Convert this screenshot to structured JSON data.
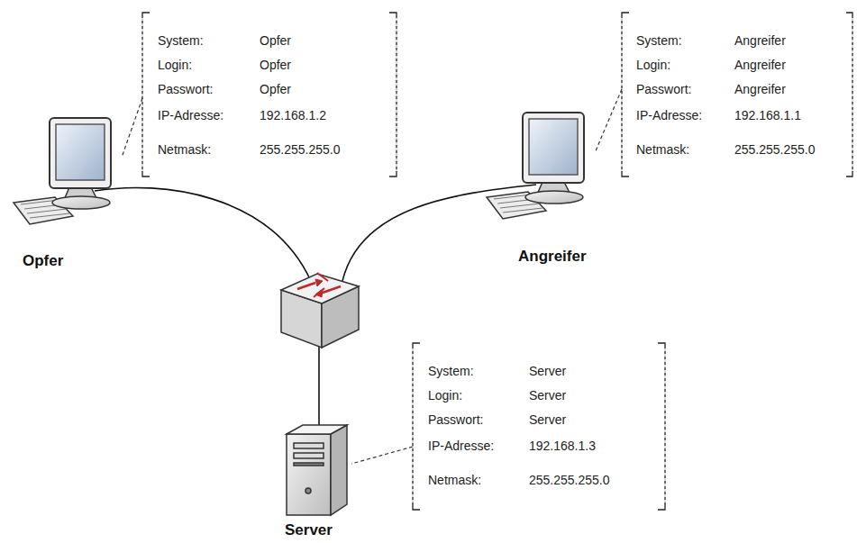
{
  "diagram": {
    "nodes": [
      {
        "text": [
          "System:",
          "Opfer",
          "Login:",
          "Opfer",
          "Passwort:",
          "Opfer",
          "IP-Adresse:",
          "192.168.1.2",
          "Netmask:",
          "255.255.255.0"
        ]
      },
      {
        "text": [
          "Opfer"
        ]
      },
      {
        "text": [
          "System:",
          "Angreifer",
          "Login:",
          "Angreifer",
          "Passwort:",
          "Angreifer",
          "IP-Adresse:",
          "192.168.1.1",
          "Netmask:",
          "255.255.255.0"
        ]
      },
      {
        "text": [
          "Angreifer"
        ]
      },
      {
        "text": [
          "System:",
          "Server",
          "Login:",
          "Server",
          "Passwort:",
          "Server",
          "IP-Adresse:",
          "192.168.1.3",
          "Netmask:",
          "255.255.255.0"
        ]
      },
      {
        "text": [
          "Server"
        ]
      }
    ],
    "edges": [
      {
        "from": 0,
        "to": 1,
        "arrow": "none"
      },
      {
        "from": 2,
        "to": 3,
        "arrow": "none"
      },
      {
        "from": 4,
        "to": 5,
        "arrow": "none"
      }
    ]
  }
}
